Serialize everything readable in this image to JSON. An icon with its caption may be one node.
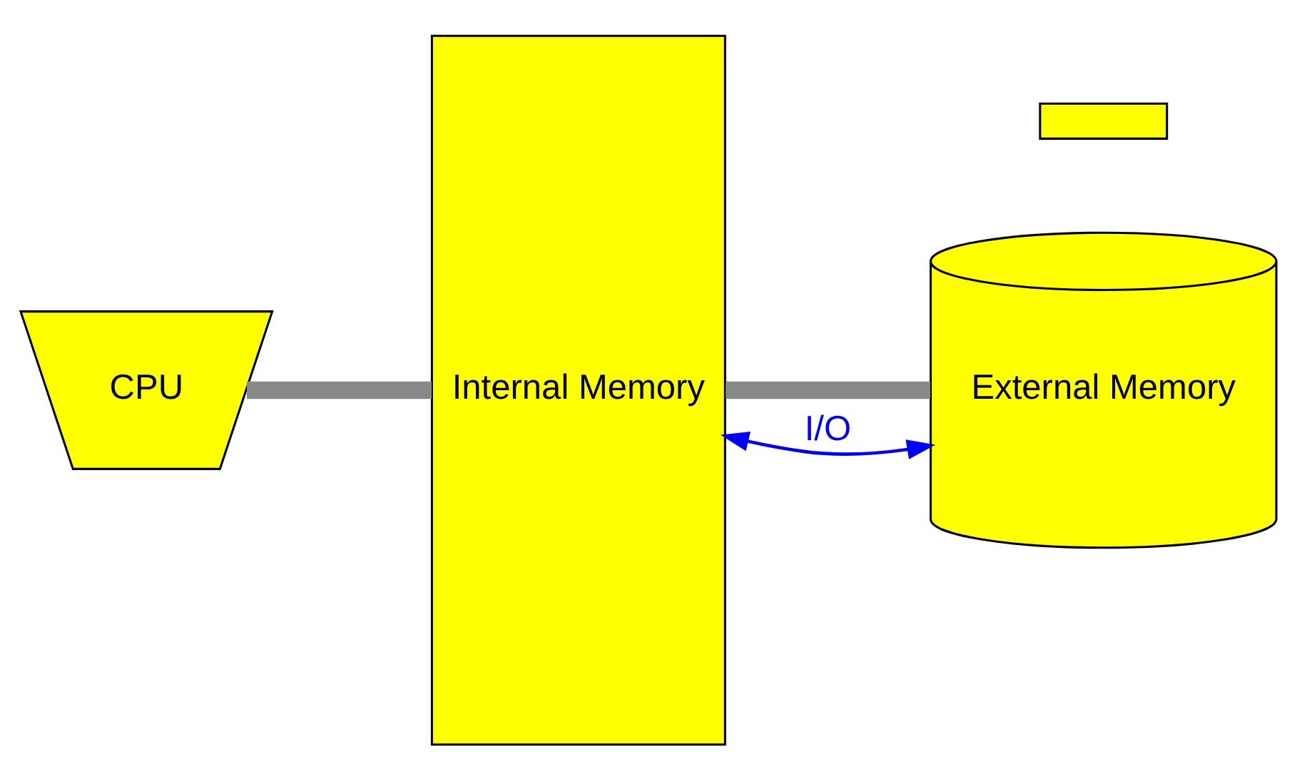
{
  "diagram": {
    "nodes": [
      {
        "text": [
          "CPU"
        ]
      },
      {
        "text": [
          "Internal Memory"
        ]
      },
      {
        "text": [],
        "shape": "bar"
      },
      {
        "text": [
          "External Memory"
        ]
      }
    ],
    "edges": [
      {
        "from": 0,
        "to": 1,
        "arrow": "none"
      },
      {
        "from": 1,
        "to": 3,
        "arrow": "none"
      },
      {
        "from": 1,
        "to": 3,
        "arrow": "both",
        "label": "I/O",
        "color": "#0000ff"
      }
    ]
  }
}
